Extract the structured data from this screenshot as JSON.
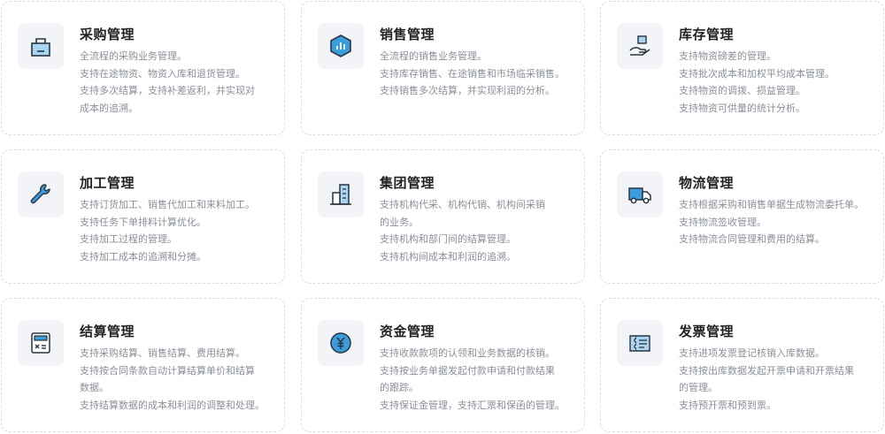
{
  "cards": [
    {
      "title": "采购管理",
      "icon": "shopping-bag-icon",
      "lines": [
        "全流程的采购业务管理。",
        "支持在途物资、物资入库和退货管理。",
        "支持多次结算，支持补差返利，并实现对",
        "成本的追溯。"
      ]
    },
    {
      "title": "销售管理",
      "icon": "sales-chart-icon",
      "lines": [
        "全流程的销售业务管理。",
        "支持库存销售、在途销售和市场临采销售。",
        "支持销售多次结算，并实现利润的分析。"
      ]
    },
    {
      "title": "库存管理",
      "icon": "inventory-hand-icon",
      "lines": [
        "支持物资磅差的管理。",
        "支持批次成本和加权平均成本管理。",
        "支持物资的调拨、损益管理。",
        "支持物资可供量的统计分析。"
      ]
    },
    {
      "title": "加工管理",
      "icon": "wrench-icon",
      "lines": [
        "支持订货加工、销售代加工和来料加工。",
        "支持任务下单排料计算优化。",
        "支持加工过程的管理。",
        "支持加工成本的追溯和分摊。"
      ]
    },
    {
      "title": "集团管理",
      "icon": "building-icon",
      "lines": [
        "支持机构代采、机构代销、机构间采销",
        "的业务。",
        "支持机构和部门间的结算管理。",
        "支持机构间成本和利润的追溯。"
      ]
    },
    {
      "title": "物流管理",
      "icon": "truck-icon",
      "lines": [
        "支持根据采购和销售单据生成物流委托单。",
        "支持物流签收管理。",
        "支持物流合同管理和费用的结算。"
      ]
    },
    {
      "title": "结算管理",
      "icon": "calculator-icon",
      "lines": [
        "支持采购结算、销售结算、费用结算。",
        "支持按合同条款自动计算结算单价和结算",
        "数据。",
        "支持结算数据的成本和利润的调整和处理。"
      ]
    },
    {
      "title": "资金管理",
      "icon": "yuan-coin-icon",
      "lines": [
        "支持收款款项的认领和业务数据的核销。",
        "支持按业务单据发起付款申请和付款结果",
        "的跟踪。",
        "支持保证金管理，支持汇票和保函的管理。"
      ]
    },
    {
      "title": "发票管理",
      "icon": "invoice-ticket-icon",
      "lines": [
        "支持进项发票登记核销入库数据。",
        "支持按出库数据发起开票申请和开票结果",
        "的管理。",
        "支持预开票和预到票。"
      ]
    }
  ],
  "colors": {
    "accent": "#3c9ddc",
    "accent_light": "#a9d4f2",
    "dark": "#2b3440",
    "border": "#d9dde3"
  }
}
